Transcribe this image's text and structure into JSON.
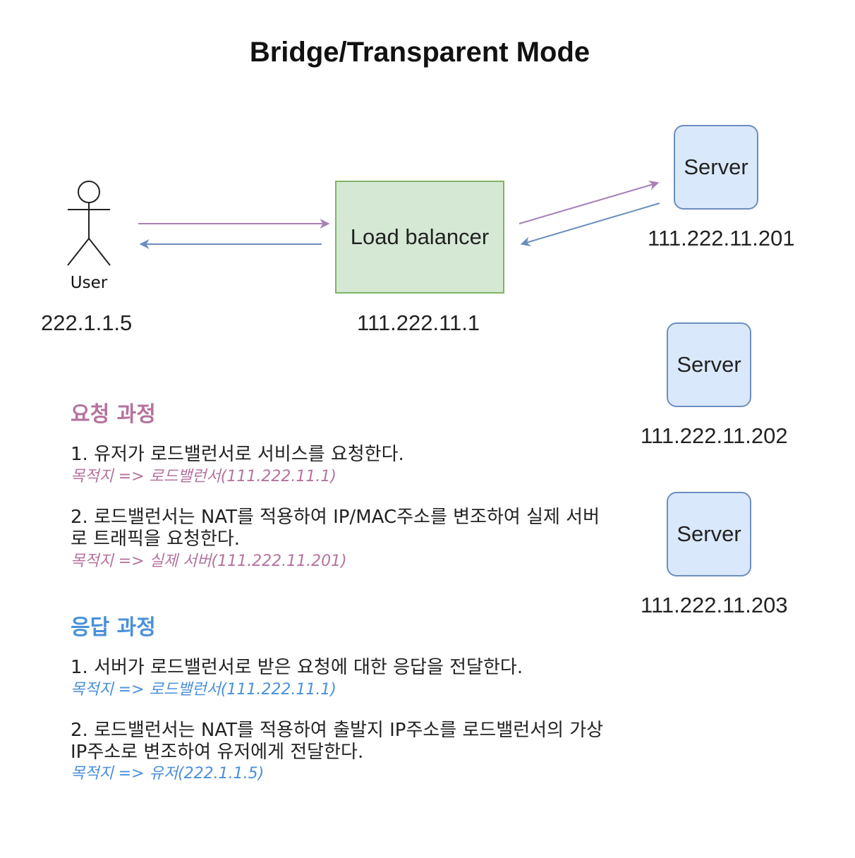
{
  "title": "Bridge/Transparent Mode",
  "user": {
    "label": "User",
    "ip": "222.1.1.5"
  },
  "load_balancer": {
    "label": "Load balancer",
    "ip": "111.222.11.1"
  },
  "servers": [
    {
      "label": "Server",
      "ip": "111.222.11.201"
    },
    {
      "label": "Server",
      "ip": "111.222.11.202"
    },
    {
      "label": "Server",
      "ip": "111.222.11.203"
    }
  ],
  "colors": {
    "request": "#b5739d",
    "response": "#4a90d9",
    "lb_fill": "#d5e8d4",
    "lb_stroke": "#82b366",
    "server_fill": "#dae8fc",
    "server_stroke": "#6c8ebf"
  },
  "request_section": {
    "heading": "요청 과정",
    "steps": [
      {
        "text": "1. 유저가 로드밸런서로 서비스를 요청한다.",
        "dest": "목적지 => 로드밸런서(111.222.11.1)"
      },
      {
        "text": "2. 로드밸런서는 NAT를 적용하여 IP/MAC주소를 변조하여 실제 서버로 트래픽을 요청한다.",
        "dest": "목적지 => 실제 서버(111.222.11.201)"
      }
    ]
  },
  "response_section": {
    "heading": "응답 과정",
    "steps": [
      {
        "text": "1. 서버가 로드밸런서로 받은 요청에 대한 응답을 전달한다.",
        "dest": "목적지 => 로드밸런서(111.222.11.1)"
      },
      {
        "text": "2. 로드밸런서는 NAT를 적용하여 출발지 IP주소를 로드밸런서의 가상 IP주소로 변조하여 유저에게 전달한다.",
        "dest": "목적지 => 유저(222.1.1.5)"
      }
    ]
  }
}
